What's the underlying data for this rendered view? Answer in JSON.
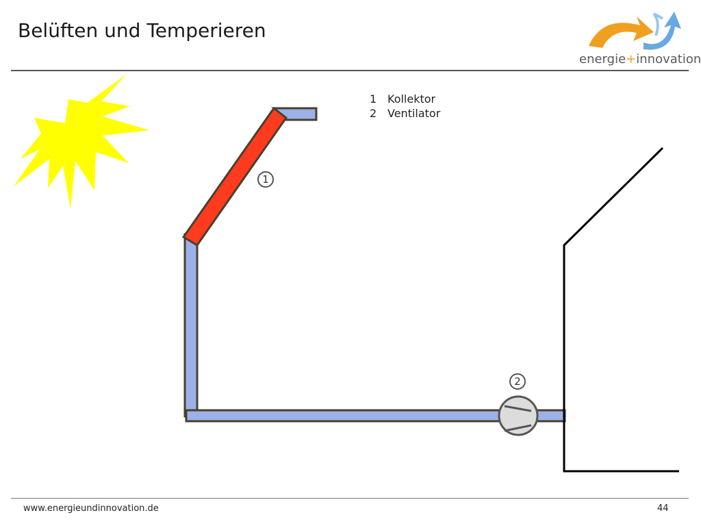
{
  "title": "Belüften und Temperieren",
  "logo": {
    "brand_word_1": "energie",
    "brand_plus": "+",
    "brand_word_2": "innovation"
  },
  "legend": [
    {
      "num": "1",
      "label": "Kollektor"
    },
    {
      "num": "2",
      "label": "Ventilator"
    }
  ],
  "markers": {
    "collector": "1",
    "fan": "2"
  },
  "footer": {
    "url": "www.energieundinnovation.de",
    "page": "44"
  },
  "colors": {
    "sun": "#ffff00",
    "collector": "#ff3b1f",
    "duct": "#9bb1e8",
    "outline": "#4a3f2e"
  },
  "icons": [
    "sun-icon",
    "fan-icon",
    "logo-arrows-icon"
  ]
}
